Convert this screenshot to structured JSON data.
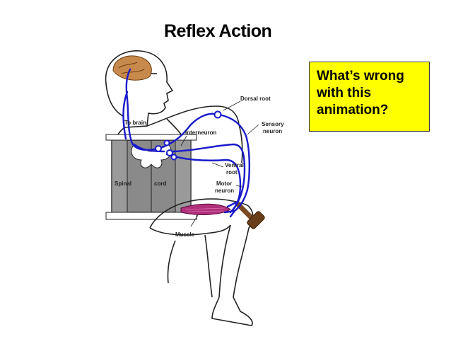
{
  "slide": {
    "title": "Reflex Action",
    "callout_lines": [
      "What’s wrong",
      "with this",
      "animation?"
    ]
  },
  "labels": {
    "dorsal_root": "Dorsal root",
    "to_brain": "To brain",
    "sensory_neuron_1": "Sensory",
    "sensory_neuron_2": "neuron",
    "interneuron": "Interneuron",
    "ventral_root_1": "Ventral",
    "ventral_root_2": "root",
    "motor_neuron_1": "Motor",
    "motor_neuron_2": "neuron",
    "spinal": "Spinal",
    "cord": "cord",
    "muscle": "Muscle"
  },
  "colors": {
    "callout_bg": "#ffff00",
    "nerve": "#1a1acc",
    "brain": "#c8894c",
    "muscle": "#b0307a",
    "hammer": "#7a4a22",
    "spinal_grey": "#8a8a8a"
  }
}
